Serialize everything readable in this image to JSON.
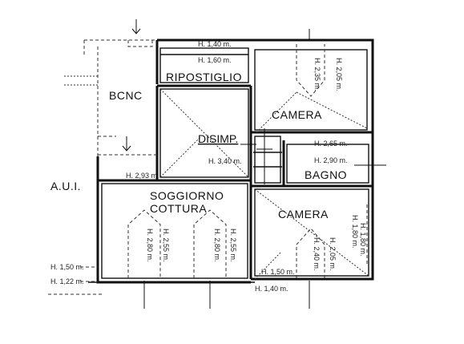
{
  "rooms": {
    "balcony": "BCNC",
    "storage": "RIPOSTIGLIO",
    "bedroom_top": "CAMERA",
    "hallway": "DISIMP.",
    "bathroom": "BAGNO",
    "living_line1": "SOGGIORNO",
    "living_line2": "COTTURA",
    "bedroom_bottom": "CAMERA",
    "courtyard": "A.U.I."
  },
  "heights": {
    "top_outer": "H. 1,40 m.",
    "storage": "H. 1,60 m.",
    "bedroom_top_a": "H. 2,35 m.",
    "bedroom_top_b": "H. 2,05 m.",
    "bathroom_a": "H. 2,65 m.",
    "bathroom_b": "H. 2,90 m.",
    "hallway": "H. 3,40 m.",
    "living": "H. 2,93 m.",
    "living_v1": "H. 2,80 m.",
    "living_v2": "H. 2,55 m.",
    "living_v3": "H. 2,80 m.",
    "living_v4": "H. 2,55 m.",
    "bedroom_bot_right_a": "H. 1,80 m.",
    "bedroom_bot_right_b": "H. 1,80 m.",
    "bedroom_bot_v1": "H. 2,40 m.",
    "bedroom_bot_v2": "H. 2,05 m.",
    "bedroom_bot_floor": "H. 1,50 m.",
    "bottom_outer": "H. 1,40 m.",
    "left_1": "H. 1,50 m.",
    "left_2": "H. 1,22 m."
  }
}
